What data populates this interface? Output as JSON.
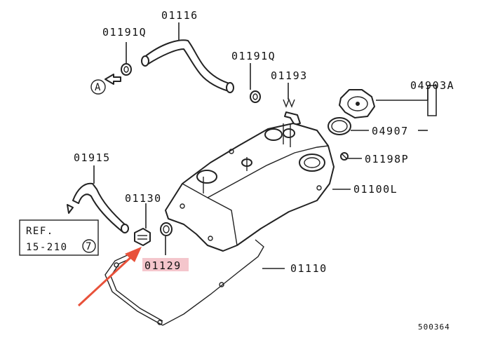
{
  "part_labels": {
    "p01116": "01116",
    "p01191q_left": "01191Q",
    "p01191q_right": "01191Q",
    "p01193": "01193",
    "p04903a": "04903A",
    "p04907": "04907",
    "p01198p": "01198P",
    "p01100l": "01100L",
    "p01915": "01915",
    "p01130": "01130",
    "p01129": "01129",
    "p01110": "01110"
  },
  "reference": {
    "line1": "REF.",
    "line2": "15-210",
    "circle_number": "7",
    "arrow_marker": "A"
  },
  "drawing_number": "500364",
  "colors": {
    "highlight_fill": "#f4c6cc",
    "arrow_color": "#e8513a",
    "line_color": "#222222"
  },
  "highlighted_part": "01129"
}
